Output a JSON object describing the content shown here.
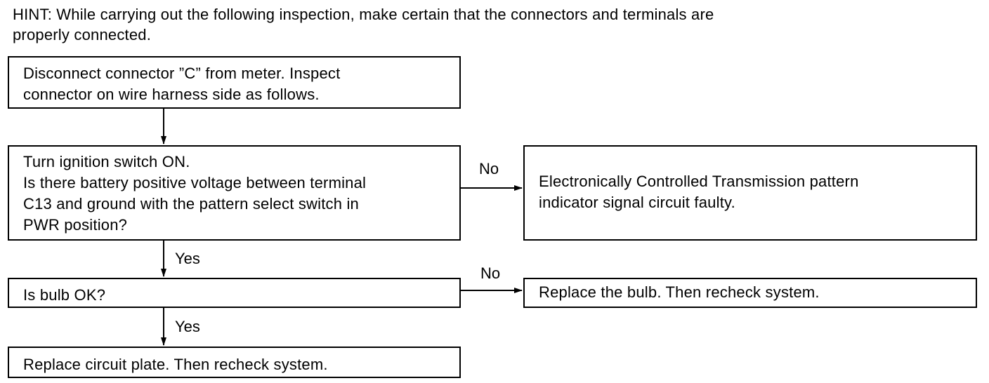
{
  "hint": "HINT: While carrying out the following inspection, make certain that the connectors and terminals are\nproperly connected.",
  "steps": {
    "disconnect": "Disconnect connector ”C” from meter. Inspect\nconnector on wire harness side as follows.",
    "check_voltage": "Turn ignition switch ON.\nIs there battery positive voltage between terminal\nC13 and ground with the pattern select switch in\nPWR position?",
    "circuit_faulty": "Electronically Controlled Transmission pattern\nindicator signal circuit faulty.",
    "check_bulb": "Is bulb OK?",
    "replace_bulb": "Replace the bulb. Then recheck system.",
    "replace_plate": "Replace circuit plate. Then recheck system."
  },
  "branch_labels": {
    "voltage_no": "No",
    "voltage_yes": "Yes",
    "bulb_no": "No",
    "bulb_yes": "Yes"
  }
}
